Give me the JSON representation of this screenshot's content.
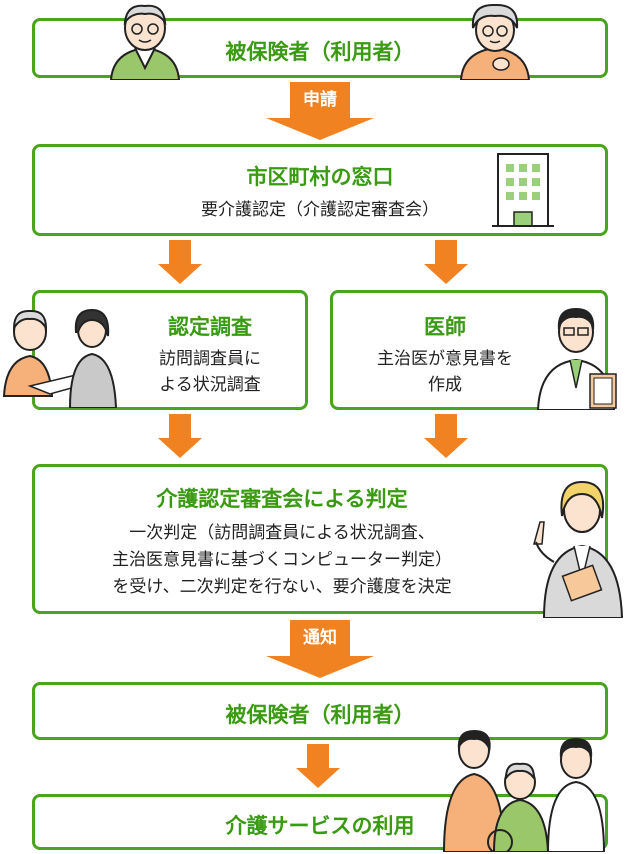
{
  "steps": {
    "insured_top": "被保険者（利用者）",
    "apply_label": "申請",
    "municipality_title": "市区町村の窓口",
    "municipality_body": "要介護認定（介護認定審査会）",
    "survey_title": "認定調査",
    "survey_body_1": "訪問調査員に",
    "survey_body_2": "よる状況調査",
    "doctor_title": "医師",
    "doctor_body_1": "主治医が意見書を",
    "doctor_body_2": "作成",
    "review_title": "介護認定審査会による判定",
    "review_body_1": "一次判定（訪問調査員による状況調査、",
    "review_body_2": "主治医意見書に基づくコンピューター判定）",
    "review_body_3": "を受け、二次判定を行ない、要介護度を決定",
    "notify_label": "通知",
    "insured_bottom": "被保険者（利用者）",
    "service_title": "介護サービスの利用"
  },
  "colors": {
    "border": "#4aa41e",
    "title": "#3a9a12",
    "arrow": "#f08222"
  }
}
